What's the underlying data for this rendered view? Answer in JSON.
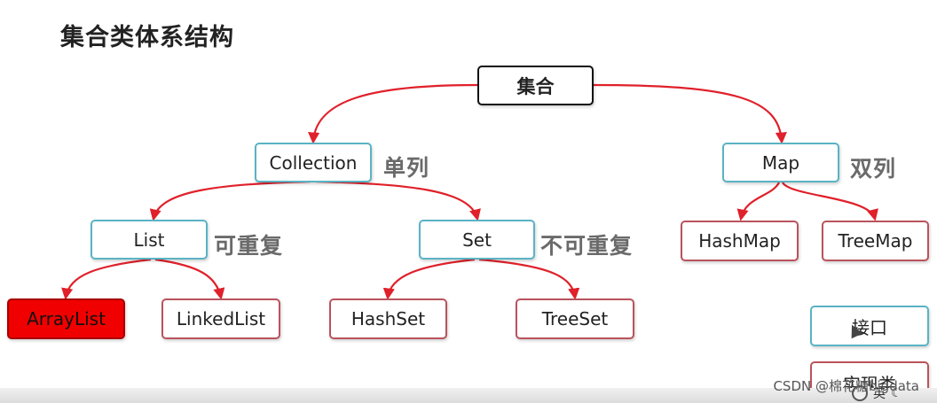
{
  "title": "集合类体系结构",
  "nodes": {
    "root": "集合",
    "collection": "Collection",
    "map": "Map",
    "list": "List",
    "set": "Set",
    "hashmap": "HashMap",
    "treemap": "TreeMap",
    "arraylist": "ArrayList",
    "linkedlist": "LinkedList",
    "hashset": "HashSet",
    "treeset": "TreeSet"
  },
  "notes": {
    "collection": "单列",
    "map": "双列",
    "list": "可重复",
    "set": "不可重复"
  },
  "legend": {
    "interface": "接口",
    "impl": "实现类"
  },
  "watermark": "CSDN @棉花糖bigdata",
  "player": {
    "lang": "英"
  },
  "colors": {
    "arrow": "#e0202a",
    "interface_border": "#5ab3c4",
    "impl_border": "#b9535c",
    "highlight": "#f00000"
  }
}
